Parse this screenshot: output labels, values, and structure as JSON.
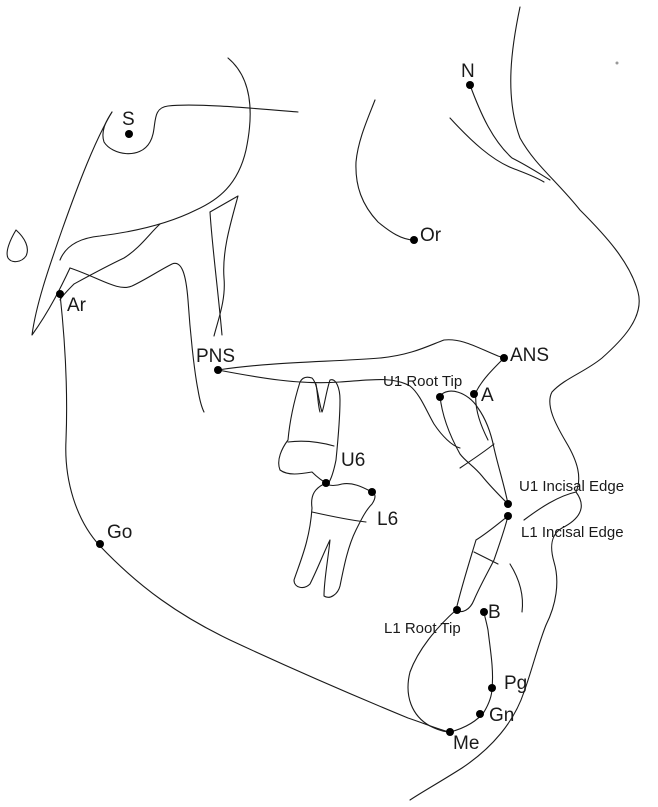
{
  "landmarks": {
    "S": "S",
    "N": "N",
    "Or": "Or",
    "Ar": "Ar",
    "PNS": "PNS",
    "ANS": "ANS",
    "A": "A",
    "U1_root_tip": "U1 Root Tip",
    "U1_incisal_edge": "U1 Incisal Edge",
    "L1_incisal_edge": "L1 Incisal Edge",
    "U6": "U6",
    "L6": "L6",
    "Go": "Go",
    "L1_root_tip": "L1 Root Tip",
    "B": "B",
    "Pg": "Pg",
    "Gn": "Gn",
    "Me": "Me"
  }
}
